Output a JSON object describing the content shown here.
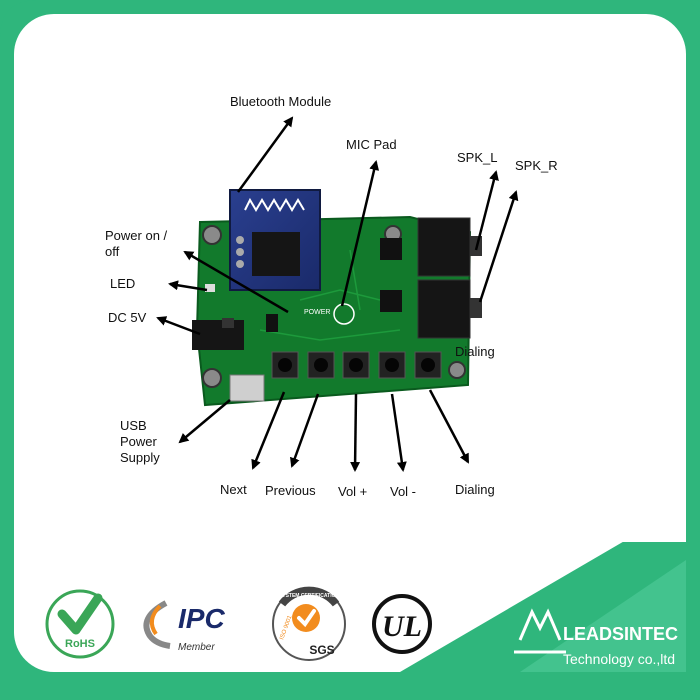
{
  "labels": {
    "bluetooth_module": "Bluetooth Module",
    "mic_pad": "MIC Pad",
    "spk_l": "SPK_L",
    "spk_r": "SPK_R",
    "power_on_off_1": "Power on /",
    "power_on_off_2": "off",
    "led": "LED",
    "dc_5v": "DC 5V",
    "dialing_board": "Dialing",
    "usb_1": "USB",
    "usb_2": "Power",
    "usb_3": "Supply",
    "next": "Next",
    "previous": "Previous",
    "vol_plus": "Vol +",
    "vol_minus": "Vol -",
    "dialing": "Dialing"
  },
  "board": {
    "silkscreen_power": "POWER"
  },
  "certifications": {
    "rohs": "RoHS",
    "ipc": "IPC",
    "ipc_member": "Member",
    "iso": "ISO 9001",
    "sys_cert": "SYSTEM CERTIFICATION",
    "sgs": "SGS",
    "ul": "UL"
  },
  "brand": {
    "name": "LEADSINTEC",
    "tagline": "Technology co.,ltd"
  },
  "colors": {
    "frame_green": "#2fb67c",
    "pcb_green": "#127a2c",
    "rohs_green": "#3aa657",
    "sgs_orange": "#f28c1e",
    "brand_blue": "#1a5a8a"
  }
}
